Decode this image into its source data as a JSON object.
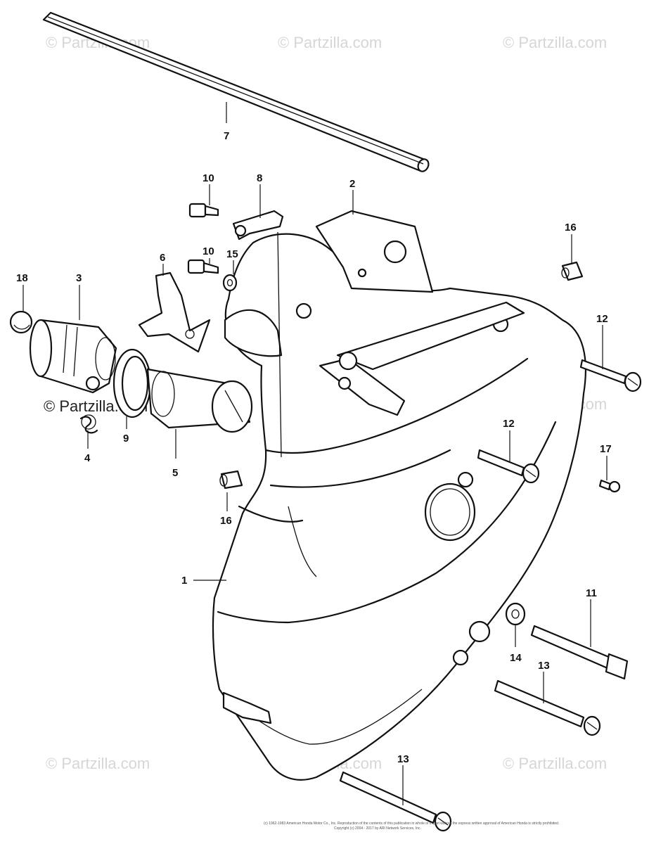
{
  "watermark": {
    "text": "© Partzilla.com"
  },
  "callouts": {
    "c1": "1",
    "c2": "2",
    "c3": "3",
    "c4": "4",
    "c5": "5",
    "c6": "6",
    "c7": "7",
    "c8": "8",
    "c9": "9",
    "c10a": "10",
    "c10b": "10",
    "c11": "11",
    "c12a": "12",
    "c12b": "12",
    "c13a": "13",
    "c13b": "13",
    "c14": "14",
    "c15": "15",
    "c16a": "16",
    "c16b": "16",
    "c17": "17",
    "c18": "18"
  },
  "copyright": {
    "line1": "(c) 1962-1983 American Honda Motor Co., Inc. Reproduction of the contents of this publication in whole or in part without the express written approval of American Honda is strictly prohibited.",
    "line2": "Copyright (c) 2004 - 2017 by ARI Network Services, Inc."
  }
}
